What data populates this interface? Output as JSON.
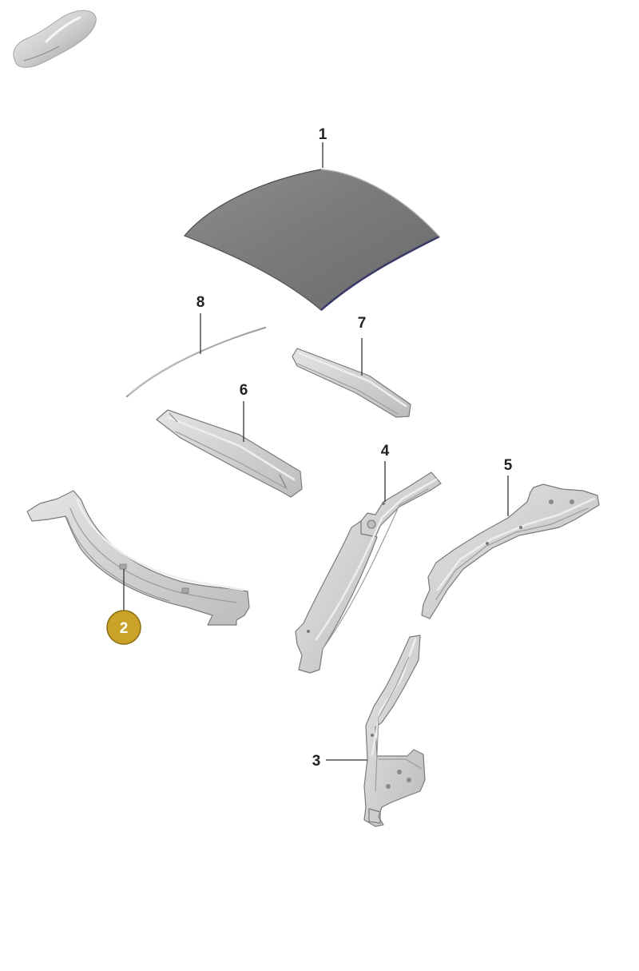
{
  "callouts": {
    "part_1": "1",
    "part_2": "2",
    "part_3": "3",
    "part_4": "4",
    "part_5": "5",
    "part_6": "6",
    "part_7": "7",
    "part_8": "8"
  },
  "highlighted_part": "2",
  "colors": {
    "highlight_badge": "#c9a227",
    "part_gray": "#d4d4d4",
    "roof_dark": "#777777"
  },
  "icons": {
    "vehicle_thumbnail": "car-silhouette-icon"
  }
}
